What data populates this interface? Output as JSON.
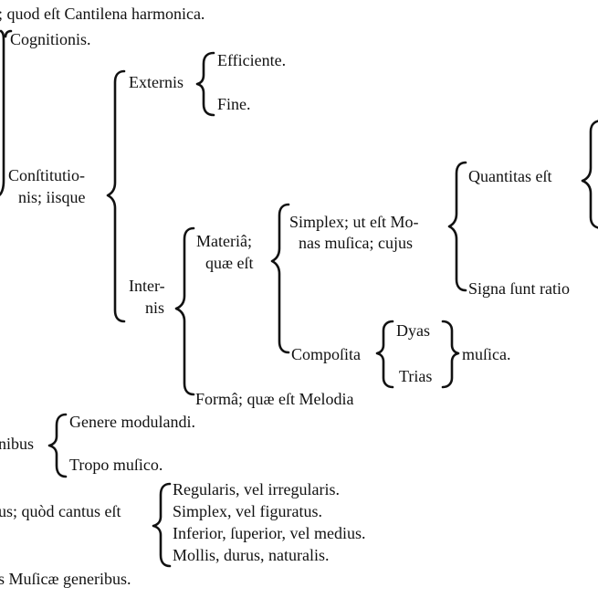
{
  "lines": {
    "quod_est": "; quod eſt Cantilena harmonica.",
    "cognitionis": "Cognitionis.",
    "externis": "Externis",
    "efficiente": "Efficiente.",
    "fine": "Fine.",
    "constitutio_1": "Conſtitutio-",
    "constitutio_2": "nis; iisque",
    "quantitas": "Quantitas eſt",
    "simplex_1": "Simplex; ut eſt Mo-",
    "simplex_2": "nas muſica; cujus",
    "materia_1": "Materiâ;",
    "materia_2": "quæ eſt",
    "internis_1": "Inter-",
    "internis_2": "nis",
    "signa": "Signa ſunt ratio",
    "dyas": "Dyas",
    "composita": "Compoſita",
    "musica": "muſica.",
    "trias": "Trias",
    "forma": "Formâ; quæ eſt Melodia",
    "genere": "Genere modulandi.",
    "nibus": "nibus",
    "tropo": "Tropo muſico.",
    "regularis": "Regularis, vel irregularis.",
    "us_quod": "us; quòd cantus eſt",
    "simplex_vel": "Simplex, vel figuratus.",
    "inferior": "Inferior, ſuperior, vel medius.",
    "mollis": "Mollis, durus, naturalis.",
    "generibus": "s Muſicæ generibus."
  }
}
